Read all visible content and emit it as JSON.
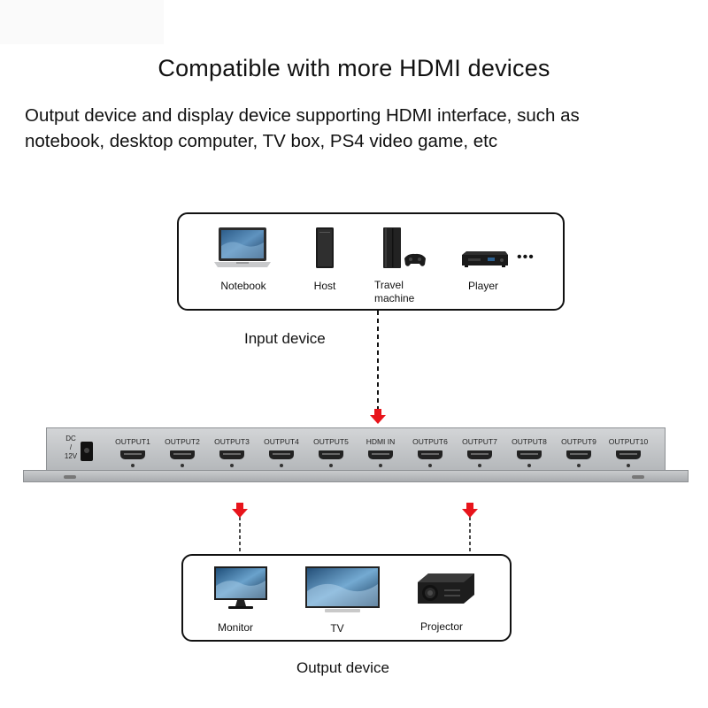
{
  "header": {
    "title": "Compatible with more HDMI devices",
    "subtitle_line1": "Output device and display device supporting HDMI interface, such as",
    "subtitle_line2": "notebook, desktop computer, TV box, PS4 video game, etc"
  },
  "input_panel": {
    "label": "Input device",
    "devices": [
      {
        "name": "Notebook",
        "icon": "laptop-icon"
      },
      {
        "name": "Host",
        "icon": "desktop-tower-icon"
      },
      {
        "name_line1": "Travel",
        "name_line2": "machine",
        "icon": "game-console-icon"
      },
      {
        "name": "Player",
        "icon": "media-player-icon"
      }
    ],
    "more": "•••"
  },
  "splitter": {
    "power_label_1": "DC",
    "power_label_2": "/",
    "power_label_3": "12V",
    "ports": [
      "OUTPUT1",
      "OUTPUT2",
      "OUTPUT3",
      "OUTPUT4",
      "OUTPUT5",
      "HDMI IN",
      "OUTPUT6",
      "OUTPUT7",
      "OUTPUT8",
      "OUTPUT9",
      "OUTPUT10"
    ]
  },
  "output_panel": {
    "label": "Output device",
    "devices": [
      {
        "name": "Monitor",
        "icon": "monitor-icon"
      },
      {
        "name": "TV",
        "icon": "tv-icon"
      },
      {
        "name": "Projector",
        "icon": "projector-icon"
      }
    ]
  },
  "colors": {
    "arrow": "#e8141b",
    "device_body": "#b9bcbf",
    "screen_water": "#3e6f9a"
  }
}
